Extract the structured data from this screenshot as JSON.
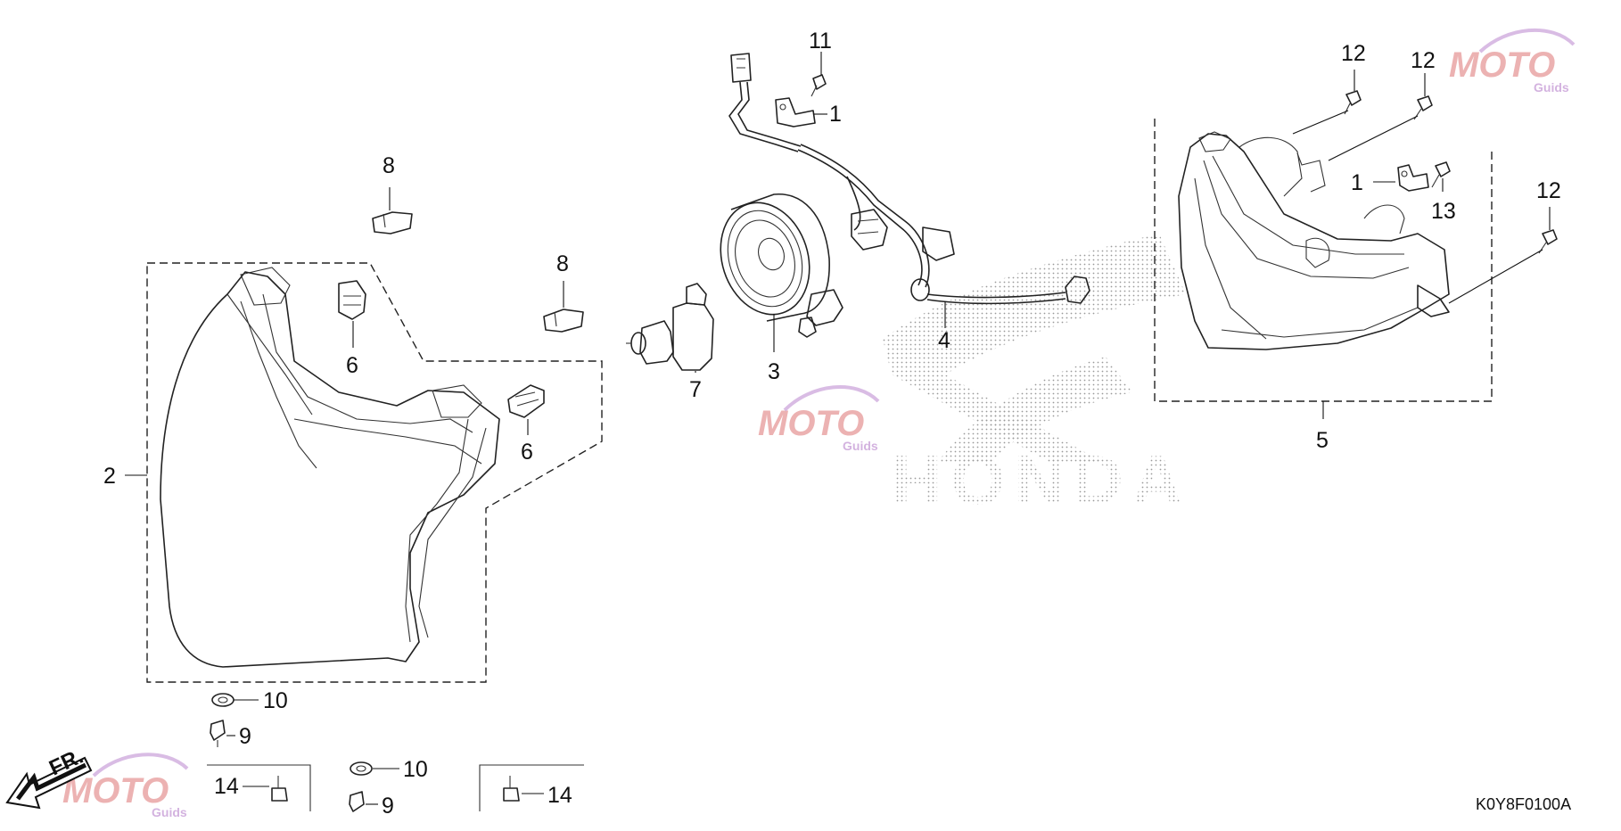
{
  "diagram": {
    "drawing_code": "K0Y8F0100A",
    "direction_label": "FR.",
    "brand_watermark": "HONDA",
    "logo_watermark": {
      "main": "MOTO",
      "sub": "Guids",
      "colors": [
        "#c0392b",
        "#8e44ad"
      ]
    },
    "callouts": {
      "c1a": "1",
      "c1b": "1",
      "c2": "2",
      "c3": "3",
      "c4": "4",
      "c5": "5",
      "c6a": "6",
      "c6b": "6",
      "c7": "7",
      "c8a": "8",
      "c8b": "8",
      "c9a": "9",
      "c9b": "9",
      "c10a": "10",
      "c10b": "10",
      "c11": "11",
      "c12a": "12",
      "c12b": "12",
      "c12c": "12",
      "c13": "13",
      "c14a": "14",
      "c14b": "14"
    }
  }
}
